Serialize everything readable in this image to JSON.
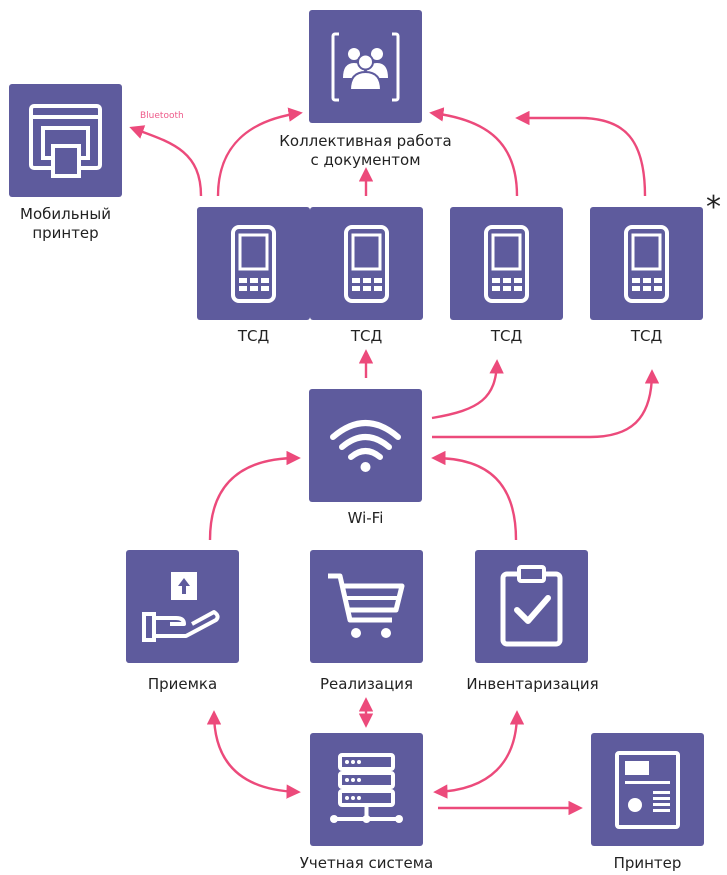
{
  "colors": {
    "node": "#5e5b9d",
    "arrow": "#ec4a7b",
    "icon": "#ffffff",
    "text": "#222222"
  },
  "nodes": {
    "team": {
      "label": "Коллективная работа\nс документом",
      "icon": "team-icon"
    },
    "mobile_printer": {
      "label": "Мобильный\nпринтер",
      "icon": "mobile-printer-icon"
    },
    "tsd1": {
      "label": "ТСД",
      "icon": "handheld-terminal-icon"
    },
    "tsd2": {
      "label": "ТСД",
      "icon": "handheld-terminal-icon"
    },
    "tsd3": {
      "label": "ТСД",
      "icon": "handheld-terminal-icon"
    },
    "tsd4": {
      "label": "ТСД",
      "icon": "handheld-terminal-icon"
    },
    "wifi": {
      "label": "Wi-Fi",
      "icon": "wifi-icon"
    },
    "receiving": {
      "label": "Приемка",
      "icon": "receiving-icon"
    },
    "sales": {
      "label": "Реализация",
      "icon": "cart-icon"
    },
    "inventory": {
      "label": "Инвентаризация",
      "icon": "clipboard-check-icon"
    },
    "accounting": {
      "label": "Учетная система",
      "icon": "server-icon"
    },
    "printer": {
      "label": "Принтер",
      "icon": "printer-icon"
    }
  },
  "bluetooth_label": "Bluetooth",
  "asterisk": "*"
}
